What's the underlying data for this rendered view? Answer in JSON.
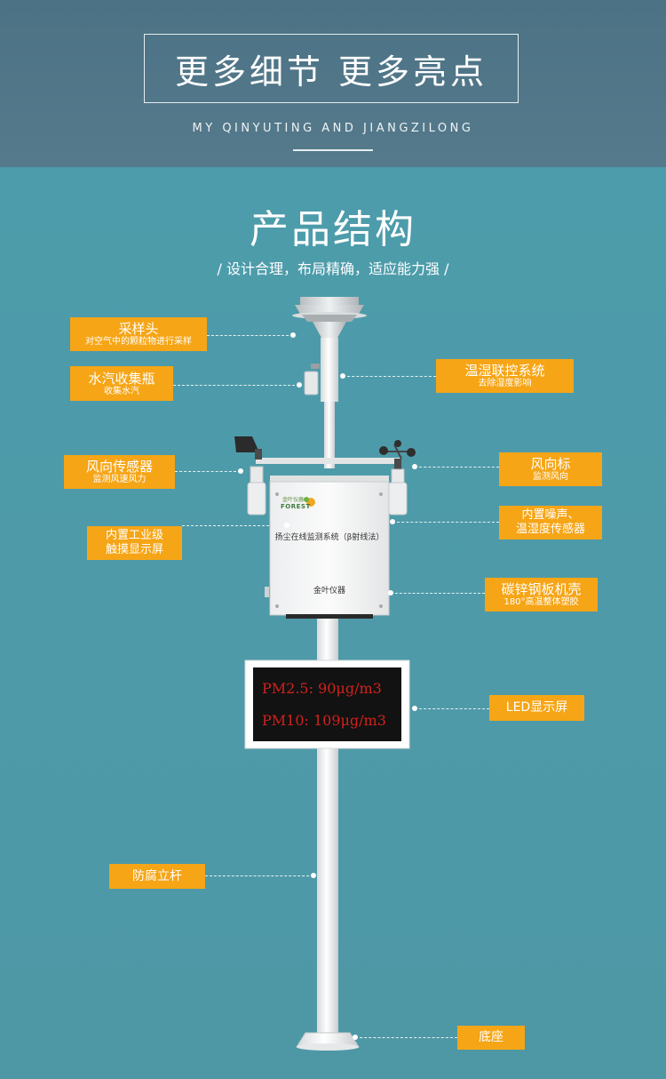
{
  "header": {
    "title": "更多细节  更多亮点",
    "subtitle": "MY  QINYUTING AND JIANGZILONG"
  },
  "section": {
    "title": "产品结构",
    "subtitle": "/ 设计合理，布局精确，适应能力强 /"
  },
  "device": {
    "brand_small": "金叶仪器",
    "brand_logo": "FOREST",
    "box_title": "扬尘在线监测系统（β射线法）",
    "box_label": "金叶仪器",
    "led_line1": "PM2.5: 90μg/m3",
    "led_line2": "PM10: 109μg/m3"
  },
  "labels": {
    "sampling_head": {
      "title": "采样头",
      "desc": "对空气中的颗粒物进行采样"
    },
    "water_bottle": {
      "title": "水汽收集瓶",
      "desc": "收集水汽"
    },
    "humidity_control": {
      "title": "温湿联控系统",
      "desc": "去除湿度影响"
    },
    "wind_direction_sensor": {
      "title": "风向传感器",
      "desc": "监测风速风力"
    },
    "wind_vane": {
      "title": "风向标",
      "desc": "监测风向"
    },
    "touch_screen": {
      "line1": "内置工业级",
      "line2": "触摸显示屏"
    },
    "noise_sensor": {
      "line1": "内置噪声、",
      "line2": "温湿度传感器"
    },
    "steel_case": {
      "title": "碳锌钢板机壳",
      "desc": "180°高温整体塑胶"
    },
    "led_screen": {
      "title": "LED显示屏"
    },
    "pole": {
      "title": "防腐立杆"
    },
    "base": {
      "title": "底座"
    }
  },
  "colors": {
    "label_bg": "#f6a516",
    "led_text": "#d2221c",
    "background": "#4f9aa8",
    "header_bg": "#4c7285"
  }
}
